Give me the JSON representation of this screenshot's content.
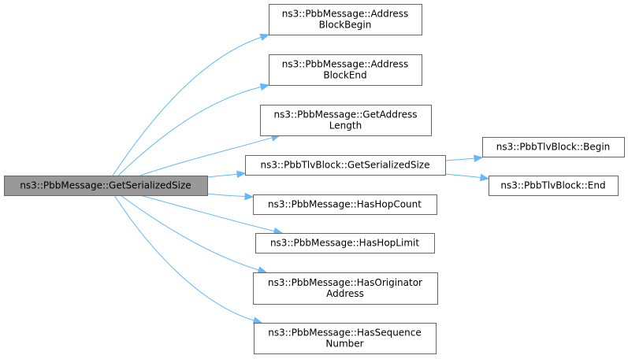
{
  "diagram": {
    "type": "call-graph",
    "edge_color": "#63b8ff",
    "root_fill": "#999999",
    "node_border": "#666666",
    "nodes": [
      {
        "id": "root",
        "lines": [
          "ns3::PbbMessage::GetSerializedSize"
        ],
        "root": true
      },
      {
        "id": "addrBlockBegin",
        "lines": [
          "ns3::PbbMessage::Address",
          "BlockBegin"
        ]
      },
      {
        "id": "addrBlockEnd",
        "lines": [
          "ns3::PbbMessage::Address",
          "BlockEnd"
        ]
      },
      {
        "id": "getAddrLen",
        "lines": [
          "ns3::PbbMessage::GetAddress",
          "Length"
        ]
      },
      {
        "id": "tlvGetSize",
        "lines": [
          "ns3::PbbTlvBlock::GetSerializedSize"
        ]
      },
      {
        "id": "tlvBegin",
        "lines": [
          "ns3::PbbTlvBlock::Begin"
        ]
      },
      {
        "id": "tlvEnd",
        "lines": [
          "ns3::PbbTlvBlock::End"
        ]
      },
      {
        "id": "hasHopCount",
        "lines": [
          "ns3::PbbMessage::HasHopCount"
        ]
      },
      {
        "id": "hasHopLimit",
        "lines": [
          "ns3::PbbMessage::HasHopLimit"
        ]
      },
      {
        "id": "hasOrigAddr",
        "lines": [
          "ns3::PbbMessage::HasOriginator",
          "Address"
        ]
      },
      {
        "id": "hasSeqNum",
        "lines": [
          "ns3::PbbMessage::HasSequence",
          "Number"
        ]
      }
    ],
    "edges": [
      {
        "from": "root",
        "to": "addrBlockBegin"
      },
      {
        "from": "root",
        "to": "addrBlockEnd"
      },
      {
        "from": "root",
        "to": "getAddrLen"
      },
      {
        "from": "root",
        "to": "tlvGetSize"
      },
      {
        "from": "root",
        "to": "hasHopCount"
      },
      {
        "from": "root",
        "to": "hasHopLimit"
      },
      {
        "from": "root",
        "to": "hasOrigAddr"
      },
      {
        "from": "root",
        "to": "hasSeqNum"
      },
      {
        "from": "tlvGetSize",
        "to": "tlvBegin"
      },
      {
        "from": "tlvGetSize",
        "to": "tlvEnd"
      }
    ]
  }
}
